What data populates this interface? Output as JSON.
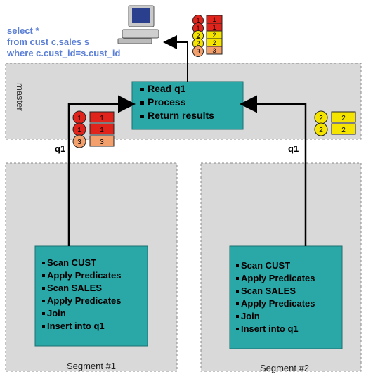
{
  "sql": {
    "line1": "select *",
    "line2": "from cust c,sales s",
    "line3": "where c.cust_id=s.cust_id"
  },
  "master": {
    "label": "master",
    "tasks": [
      "Read q1",
      "Process",
      "Return results"
    ]
  },
  "edge_labels": {
    "left": "q1",
    "right": "q1"
  },
  "segments": [
    {
      "label": "Segment #1",
      "tasks": [
        "Scan CUST",
        "Apply Predicates",
        "Scan SALES",
        "Apply Predicates",
        "Join",
        "Insert into q1"
      ]
    },
    {
      "label": "Segment #2",
      "tasks": [
        "Scan CUST",
        "Apply Predicates",
        "Scan SALES",
        "Apply Predicates",
        "Join",
        "Insert into q1"
      ]
    }
  ],
  "tokens": {
    "top": [
      "1",
      "1",
      "2",
      "2",
      "3"
    ],
    "left": [
      "1",
      "1",
      "3"
    ],
    "right": [
      "2",
      "2"
    ]
  },
  "colors": {
    "zone_fill": "#d9d9d9",
    "zone_border": "#888888",
    "box_fill": "#2aa8a8",
    "box_border": "#1c6f6f",
    "sql_text": "#5b7fd6",
    "token_1": "#e0241b",
    "token_2": "#f5e400",
    "token_3": "#f4a06c"
  },
  "icons": {
    "workstation": "computer-icon",
    "bullet": "square-bullet"
  }
}
